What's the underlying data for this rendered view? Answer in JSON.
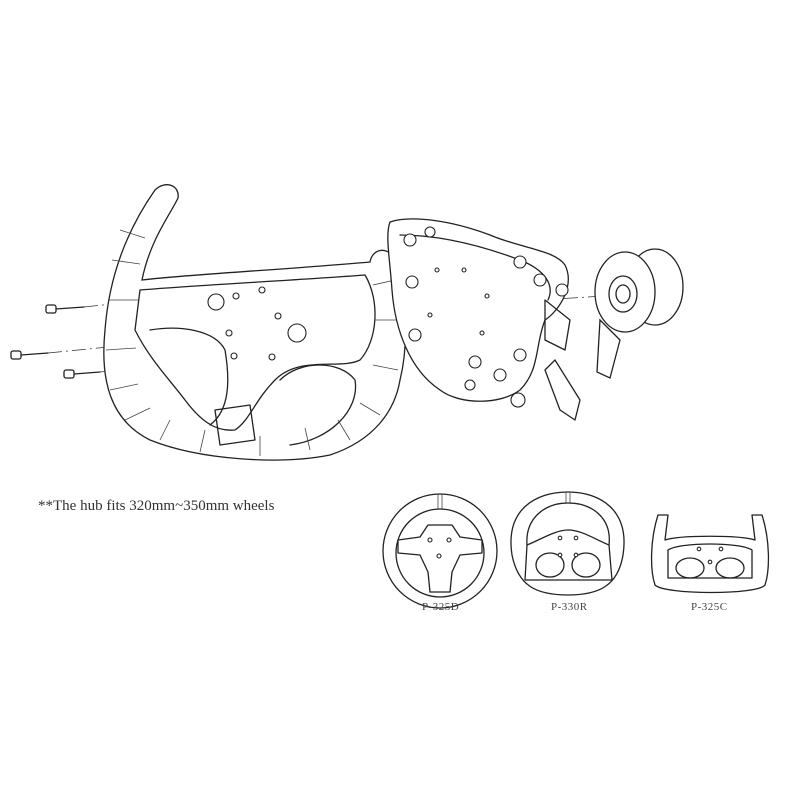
{
  "note": "**The hub fits 320mm~350mm wheels",
  "models": [
    {
      "label": "P-325D"
    },
    {
      "label": "P-330R"
    },
    {
      "label": "P-325C"
    }
  ]
}
